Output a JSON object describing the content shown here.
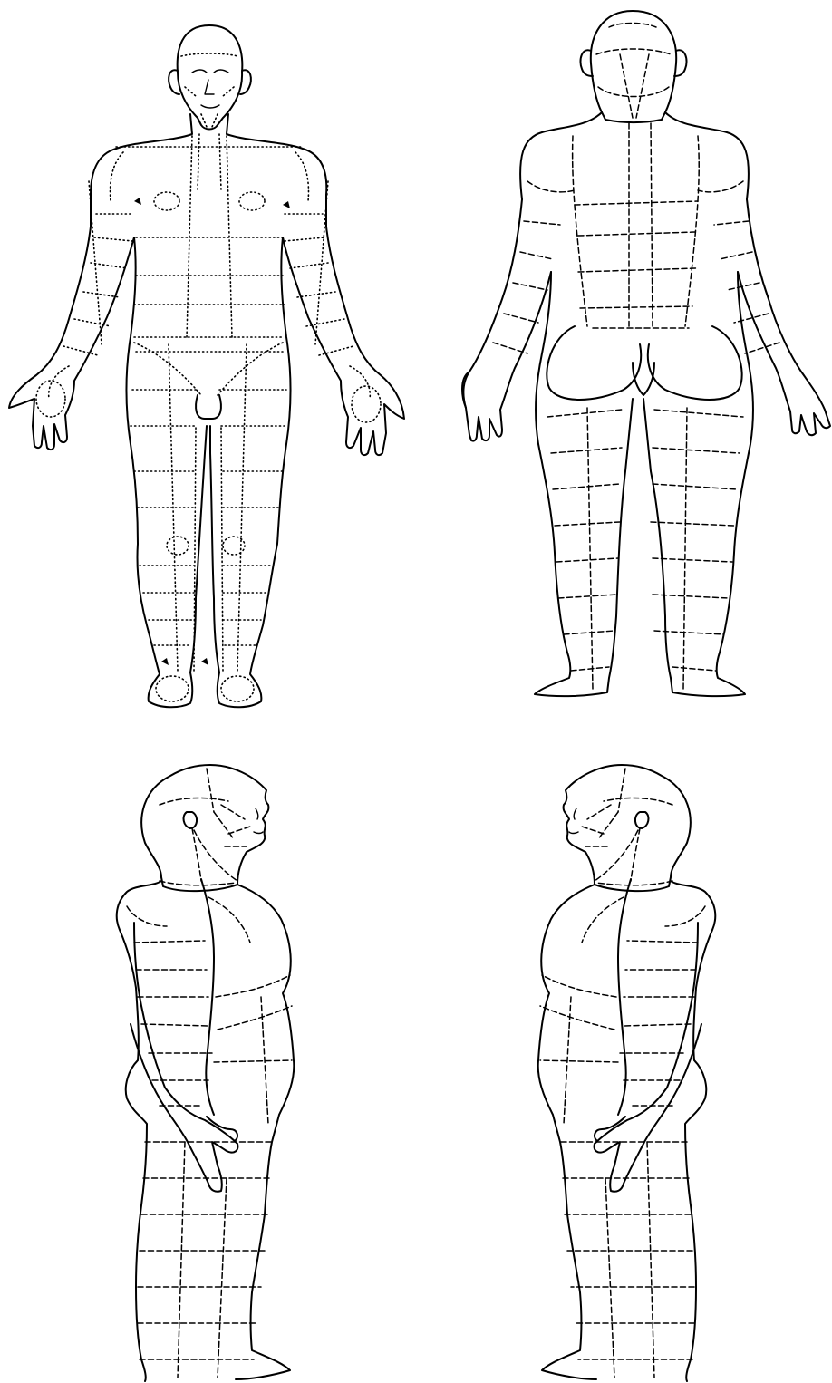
{
  "diagram": {
    "views": [
      {
        "id": "anterior"
      },
      {
        "id": "posterior"
      },
      {
        "id": "left-lateral"
      },
      {
        "id": "right-lateral"
      }
    ],
    "colors": {
      "line": "#000000",
      "background": "#ffffff"
    }
  }
}
